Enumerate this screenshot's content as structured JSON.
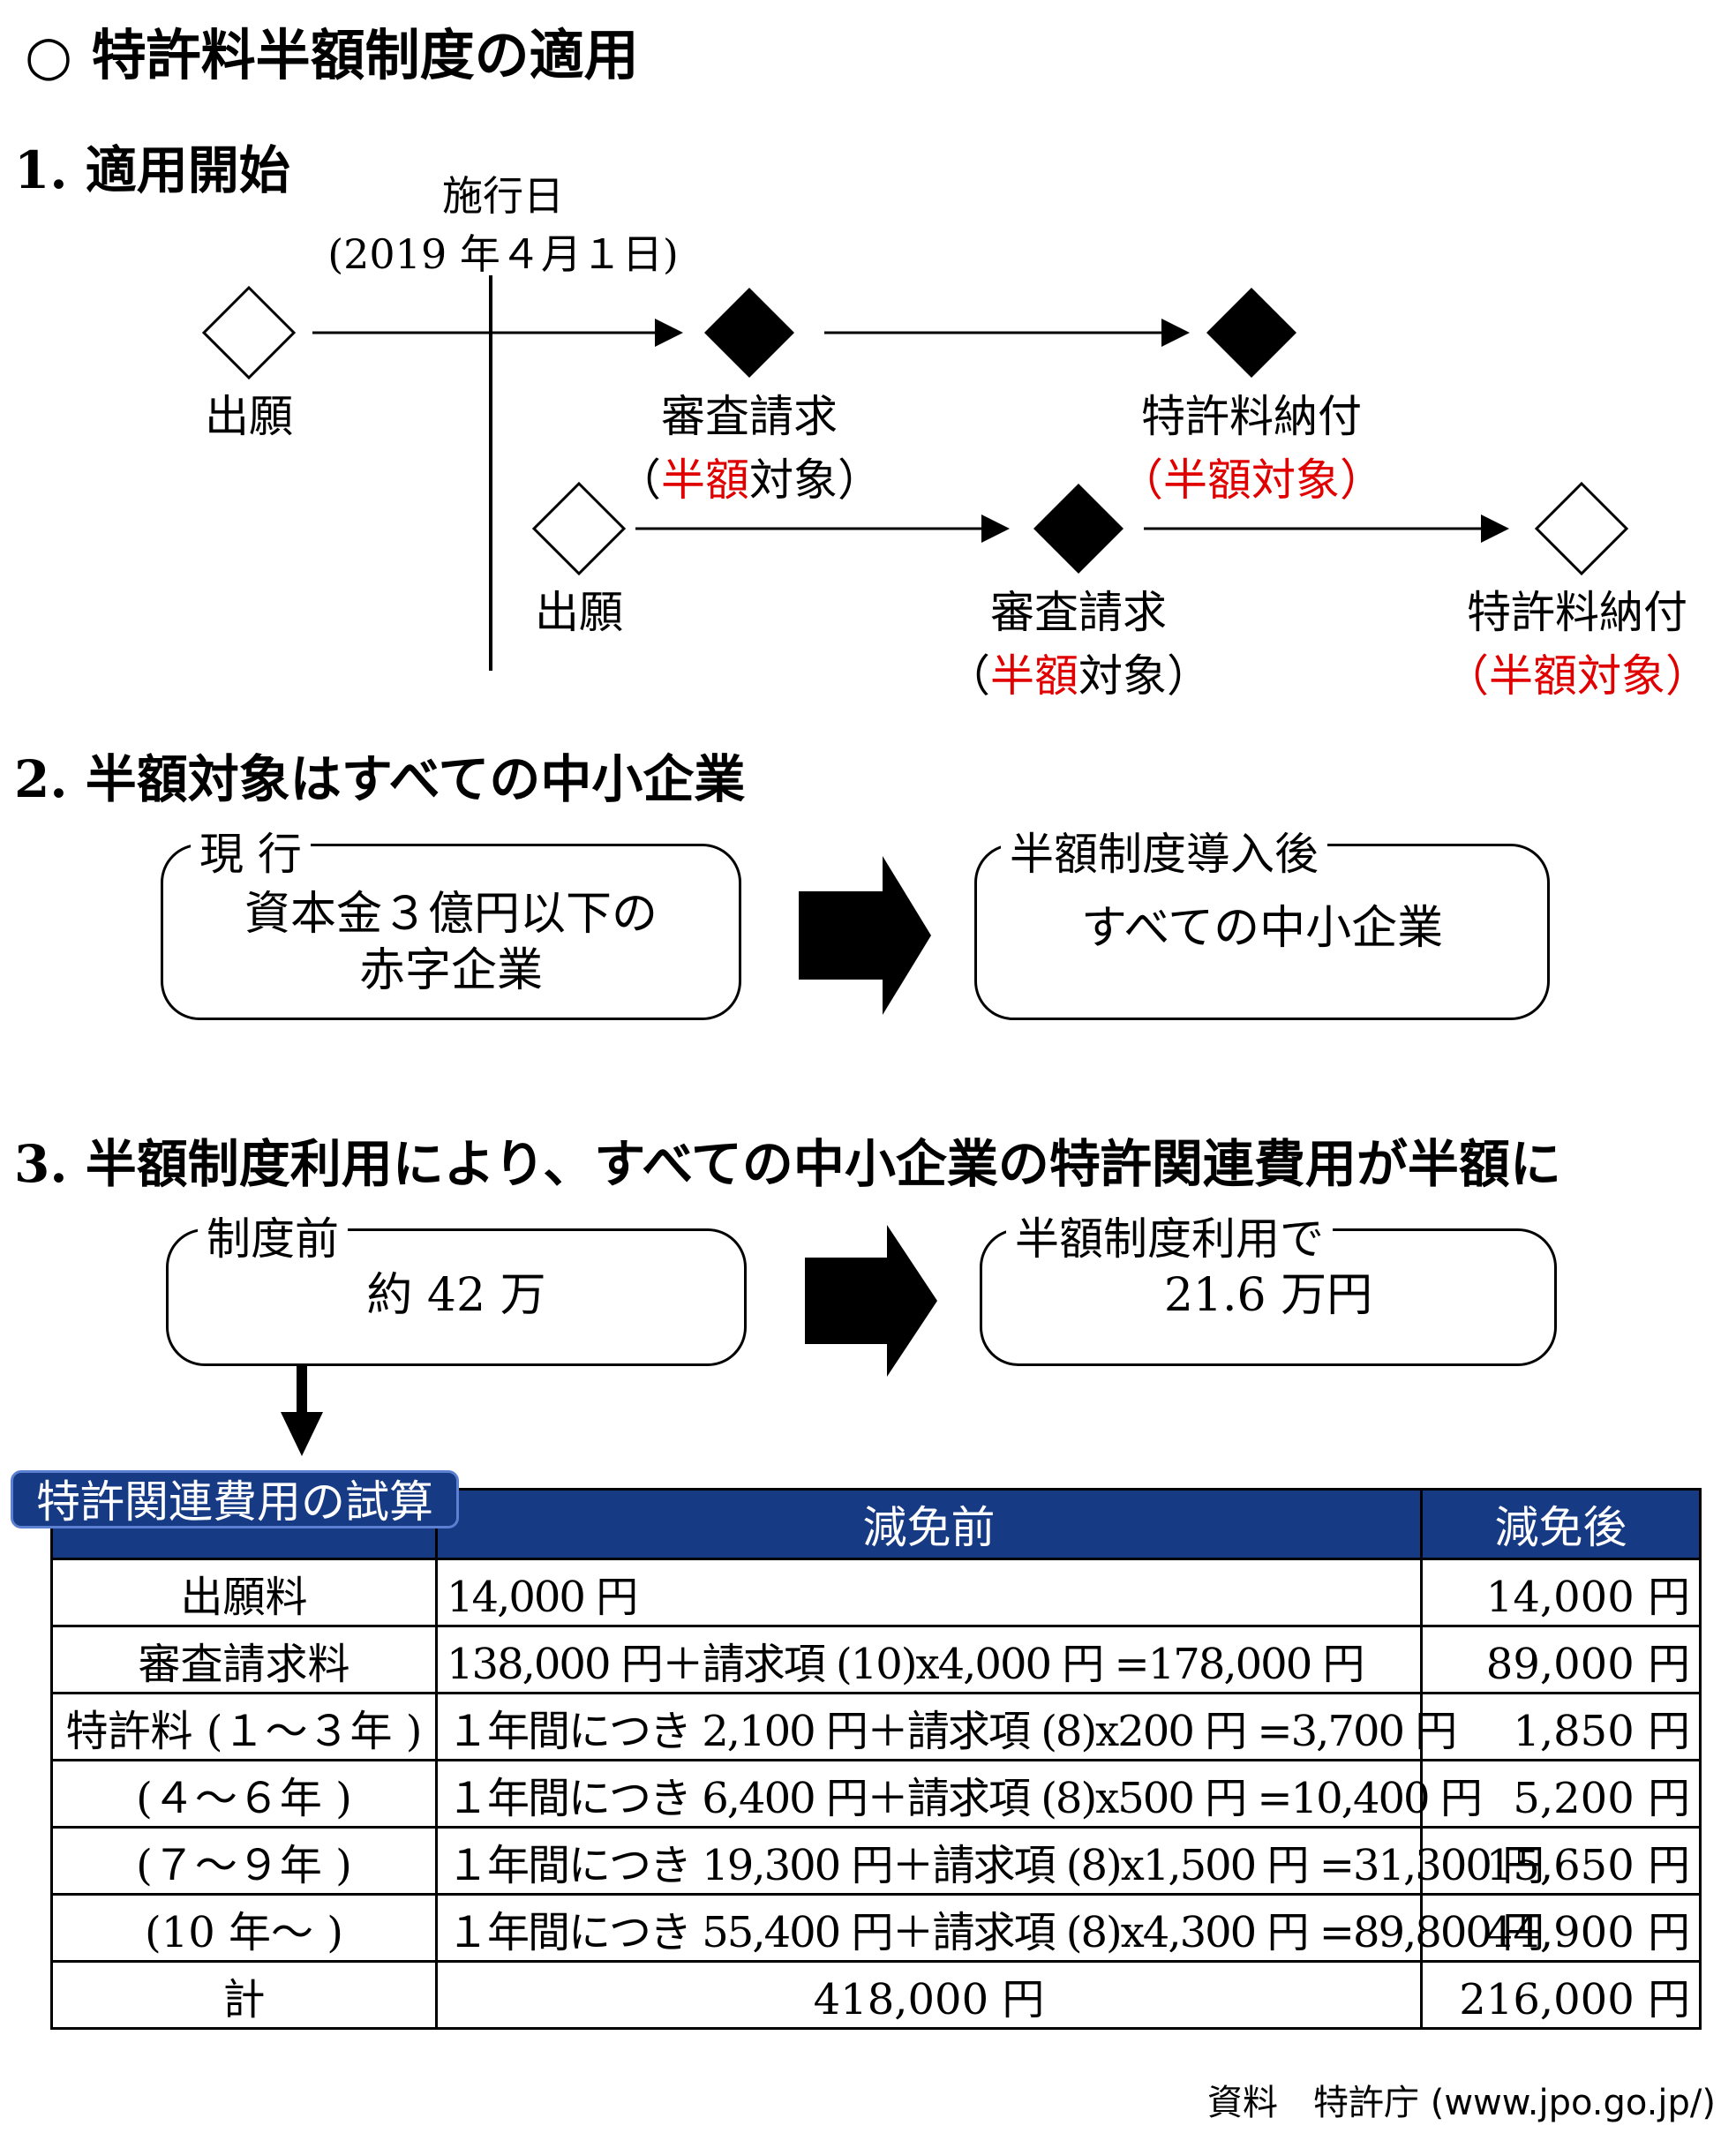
{
  "title": "○ 特許料半額制度の適用",
  "section1": {
    "heading": "1. 適用開始",
    "enforcement": {
      "line1": "施行日",
      "line2": "(2019 年４月１日)"
    },
    "row1": {
      "node1": "出願",
      "node2": {
        "label": "審査請求",
        "paren_open": "（",
        "red": "半額",
        "black": "対象",
        "paren_close": "）"
      },
      "node3": {
        "label": "特許料納付",
        "red_full": "（半額対象）"
      }
    },
    "row2": {
      "node1": "出願",
      "node2": {
        "label": "審査請求",
        "paren_open": "（",
        "red": "半額",
        "black": "対象",
        "paren_close": "）"
      },
      "node3": {
        "label": "特許料納付",
        "red_full": "（半額対象）"
      }
    }
  },
  "section2": {
    "heading": "2. 半額対象はすべての中小企業",
    "left_box": {
      "label": "現 行",
      "line1": "資本金３億円以下の",
      "line2": "赤字企業"
    },
    "right_box": {
      "label": "半額制度導入後",
      "line1": "すべての中小企業"
    }
  },
  "section3": {
    "heading": "3. 半額制度利用により、すべての中小企業の特許関連費用が半額に",
    "left_box": {
      "label": "制度前",
      "value": "約 42 万"
    },
    "right_box": {
      "label": "半額制度利用で",
      "value": "21.6 万円"
    }
  },
  "table": {
    "badge": "特許関連費用の試算",
    "headers": {
      "before": "減免前",
      "after": "減免後"
    },
    "rows": [
      {
        "item": "出願料",
        "before": "14,000 円",
        "after": "14,000 円"
      },
      {
        "item": "審査請求料",
        "before": "138,000 円＋請求項 (10)x4,000 円 =178,000 円",
        "after": "89,000 円"
      },
      {
        "item": "特許料 (１～３年 )",
        "before": "１年間につき 2,100 円＋請求項 (8)x200 円 =3,700 円",
        "after": "1,850 円"
      },
      {
        "item": "(４～６年 )",
        "before": "１年間につき 6,400 円＋請求項 (8)x500 円 =10,400 円",
        "after": "5,200 円"
      },
      {
        "item": "(７～９年 )",
        "before": "１年間につき 19,300 円＋請求項 (8)x1,500 円 =31,300 円",
        "after": "15,650 円"
      },
      {
        "item": "(10 年～ )",
        "before": "１年間につき 55,400 円＋請求項 (8)x4,300 円 =89,800 円",
        "after": "44,900 円"
      }
    ],
    "total": {
      "item": "計",
      "before": "418,000 円",
      "after": "216,000 円"
    }
  },
  "source": "資料　特許庁 (www.jpo.go.jp/)",
  "colors": {
    "red": "#e00000",
    "navy": "#173a85"
  }
}
